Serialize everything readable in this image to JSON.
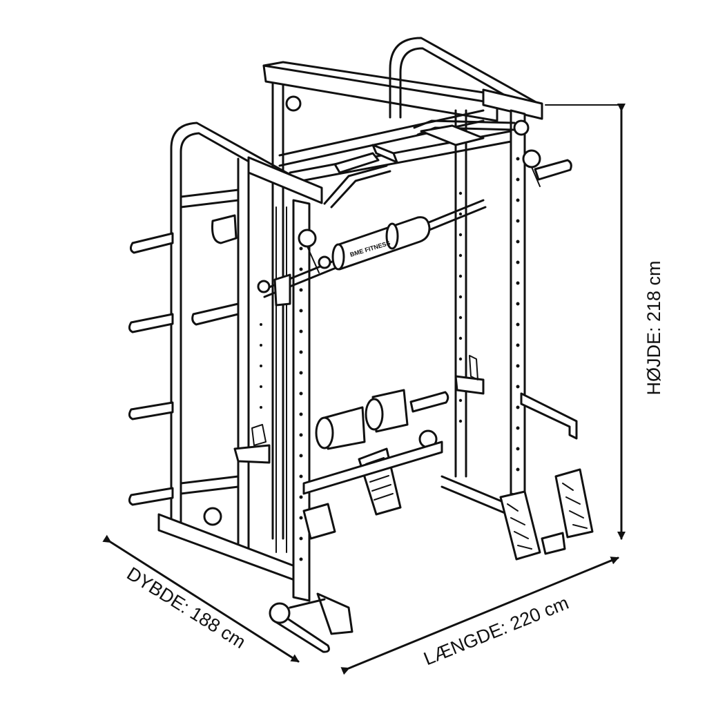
{
  "dimensions": {
    "height_label": "HØJDE: 218 cm",
    "length_label": "LÆNGDE: 220 cm",
    "depth_label": "DYBDE: 188 cm"
  },
  "bar_pad_brand": "BME FITNESS",
  "colors": {
    "line": "#111111",
    "background": "#ffffff"
  }
}
